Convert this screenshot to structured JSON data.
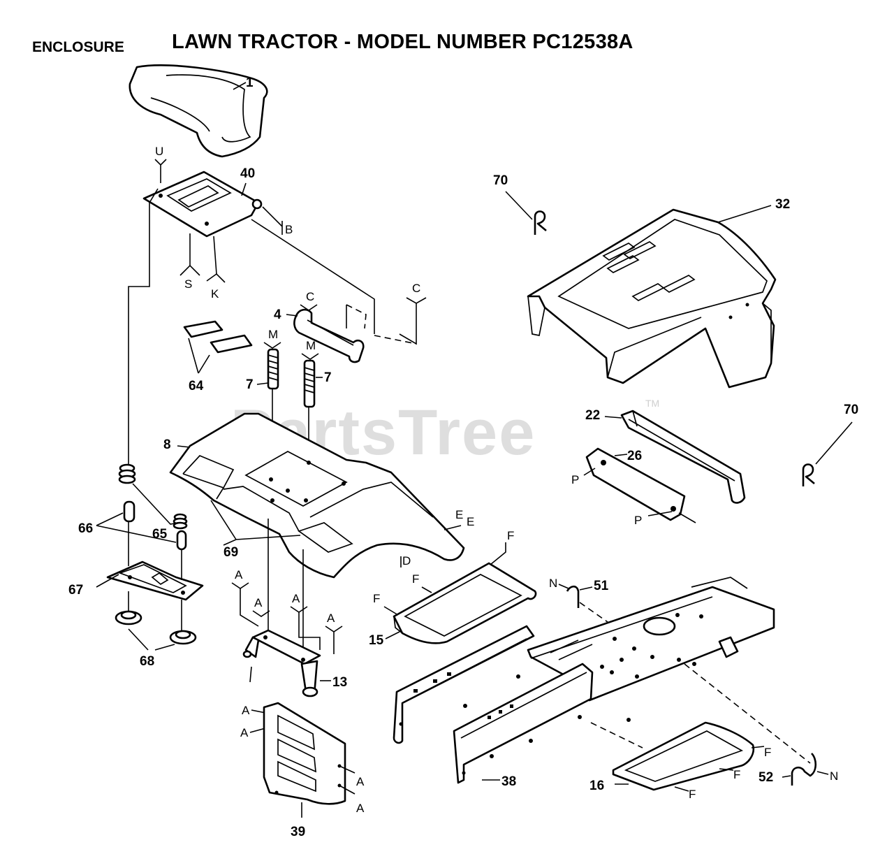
{
  "header": {
    "section": "ENCLOSURE",
    "title": "LAWN TRACTOR - MODEL NUMBER PC12538A"
  },
  "watermark": {
    "text": "PartsTree",
    "tm": "TM"
  },
  "parts": [
    {
      "id": "seat",
      "label": "1"
    },
    {
      "id": "seat-pan",
      "label": "40"
    },
    {
      "id": "seat-bracket",
      "label": "4"
    },
    {
      "id": "spring-left",
      "label": "7"
    },
    {
      "id": "spring-right",
      "label": "7"
    },
    {
      "id": "pads",
      "label": "64"
    },
    {
      "id": "fender",
      "label": "8"
    },
    {
      "id": "fender-openings",
      "label": "69"
    },
    {
      "id": "spring-66",
      "label": "66"
    },
    {
      "id": "spring-65",
      "label": "65"
    },
    {
      "id": "plate-67",
      "label": "67"
    },
    {
      "id": "knobs-68",
      "label": "68"
    },
    {
      "id": "bracket-13",
      "label": "13"
    },
    {
      "id": "dash-39",
      "label": "39"
    },
    {
      "id": "hood",
      "label": "32"
    },
    {
      "id": "clip-70a",
      "label": "70"
    },
    {
      "id": "clip-70b",
      "label": "70"
    },
    {
      "id": "bumper",
      "label": "22"
    },
    {
      "id": "bumper-bracket",
      "label": "26"
    },
    {
      "id": "footrest-15",
      "label": "15"
    },
    {
      "id": "frame-rod-51",
      "label": "51"
    },
    {
      "id": "frame-rod-52",
      "label": "52"
    },
    {
      "id": "side-rail-38",
      "label": "38"
    },
    {
      "id": "footrest-16",
      "label": "16"
    }
  ],
  "refs": {
    "u": "U",
    "b": "B",
    "s": "S",
    "k": "K",
    "c1": "C",
    "c2": "C",
    "m1": "M",
    "m2": "M",
    "e1": "E",
    "e2": "E",
    "d": "D",
    "f1": "F",
    "f2": "F",
    "f3": "F",
    "a1": "A",
    "a2": "A",
    "a3": "A",
    "a4": "A",
    "a5": "A",
    "a6": "A",
    "a7": "A",
    "a8": "A",
    "p1": "P",
    "p2": "P",
    "n1": "N",
    "n2": "N",
    "f4": "F",
    "f5": "F",
    "f6": "F"
  }
}
